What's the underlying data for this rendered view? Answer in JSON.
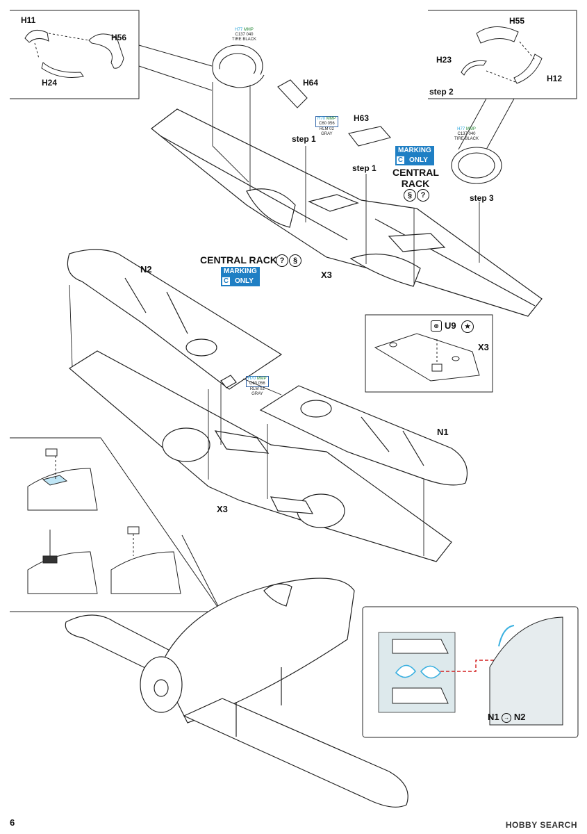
{
  "page_number": "6",
  "parts": {
    "h11": "H11",
    "h56": "H56",
    "h24": "H24",
    "h55": "H55",
    "h23": "H23",
    "h12": "H12",
    "h64": "H64",
    "h63": "H63",
    "n1": "N1",
    "n2": "N2",
    "u9": "U9",
    "x3_a": "X3",
    "x3_b": "X3",
    "x3_c": "X3"
  },
  "steps": {
    "step1_a": "step 1",
    "step1_b": "step 1",
    "step2": "step 2",
    "step3": "step 3"
  },
  "central_rack_top": {
    "line1": "CENTRAL",
    "line2": "RACK"
  },
  "central_rack_left": "CENTRAL RACK",
  "marking_only": {
    "top": "MARKING",
    "letter": "C",
    "bottom": "ONLY"
  },
  "color_callouts": {
    "tire_top": {
      "mmp_code": "H77",
      "mmp": "MMP",
      "line2": "C137  040",
      "line3": "TIRE BLACK"
    },
    "rlm_h64": {
      "mmp_code": "H70",
      "mmp": "MMP",
      "line2": "C60  056",
      "line3": "RLM 02",
      "line4": "GRAY"
    },
    "tire_step3": {
      "mmp_code": "H77",
      "mmp": "MMP",
      "line2": "C137  040",
      "line3": "TIRE BLACK"
    },
    "rlm_n2": {
      "mmp_code": "H70",
      "mmp": "MMP",
      "line2": "C60  056",
      "line3": "RLM 02",
      "line4": "GRAY"
    }
  },
  "join_label": {
    "left": "N1",
    "right": "N2"
  },
  "watermark": "HOBBY SEARCH",
  "colors": {
    "accent_blue": "#1f7fc4",
    "cyan_mark": "#3ab0e0",
    "red_dash": "#d42020"
  }
}
